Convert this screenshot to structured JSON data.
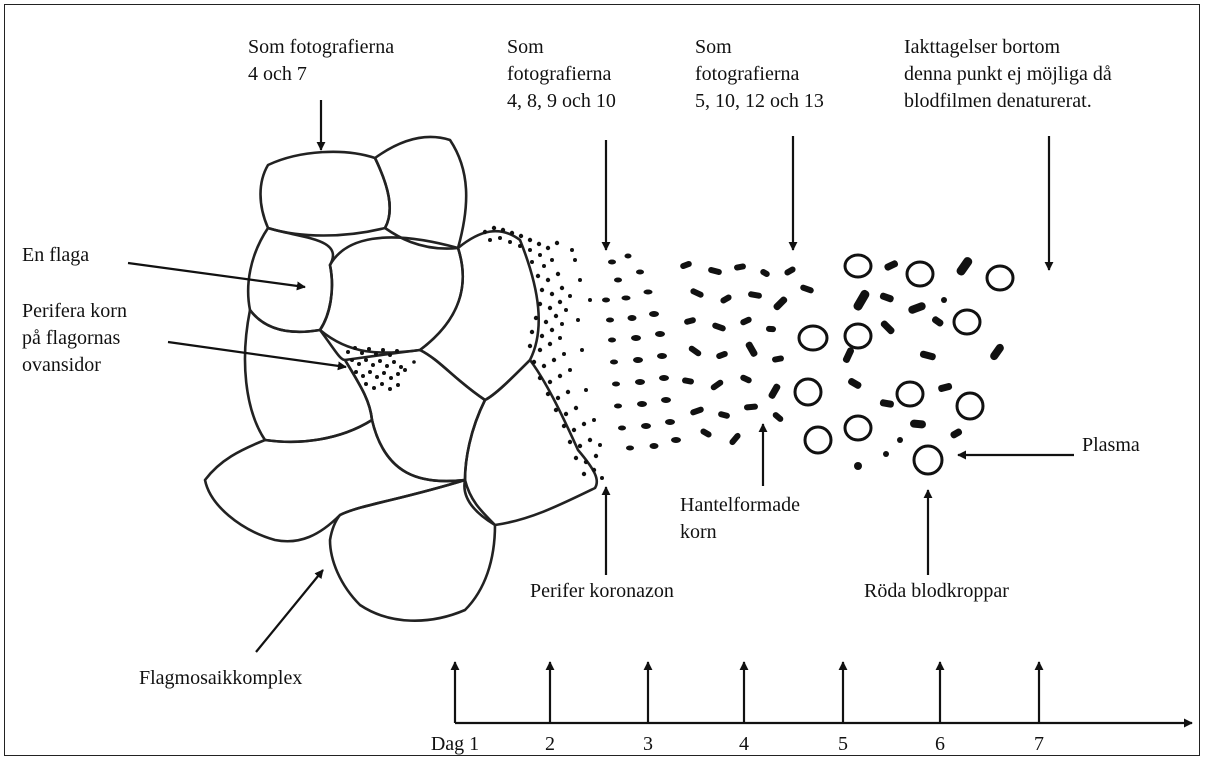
{
  "labels": {
    "photos_4_7": "Som fotografierna\n4 och 7",
    "photos_4_8_9_10": "Som\nfotografierna\n4, 8, 9 och 10",
    "photos_5_10_12_13": "Som\nfotografierna\n5, 10, 12 och 13",
    "beyond": "Iakttagelser bortom\ndenna punkt ej möjliga då\nblodfilmen denaturerat.",
    "flake": "En flaga",
    "peripheral_grains": "Perifera korn\npå flagornas\novansidor",
    "flake_mosaic": "Flagmosaikkomplex",
    "corona_zone": "Perifer koronazon",
    "dumbbell": "Hantelformade\nkorn",
    "red_cells": "Röda blodkroppar",
    "plasma": "Plasma"
  },
  "timeline": {
    "ticks": [
      "Dag 1",
      "2",
      "3",
      "4",
      "5",
      "6",
      "7"
    ]
  }
}
